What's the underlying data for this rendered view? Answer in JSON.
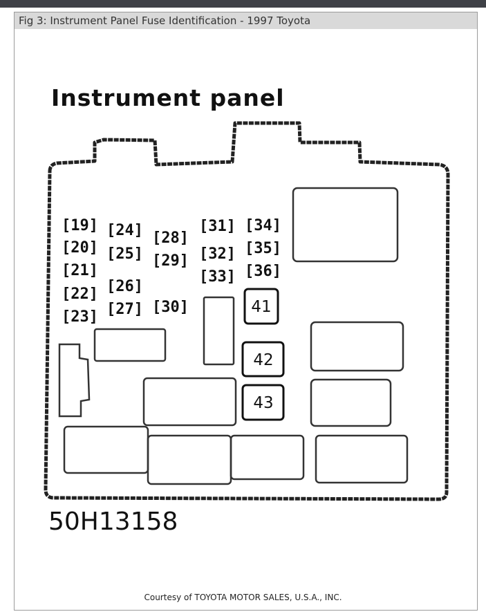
{
  "figure_title": "Fig 3: Instrument Panel Fuse Identification - 1997 Toyota",
  "panel_title": "Instrument panel",
  "fuses": {
    "f19": "[19]",
    "f20": "[20]",
    "f21": "[21]",
    "f22": "[22]",
    "f23": "[23]",
    "f24": "[24]",
    "f25": "[25]",
    "f26": "[26]",
    "f27": "[27]",
    "f28": "[28]",
    "f29": "[29]",
    "f30": "[30]",
    "f31": "[31]",
    "f32": "[32]",
    "f33": "[33]",
    "f34": "[34]",
    "f35": "[35]",
    "f36": "[36]"
  },
  "large_fuses": {
    "f41": "41",
    "f42": "42",
    "f43": "43"
  },
  "diagram_code": "50H13158",
  "courtesy": "Courtesy of TOYOTA MOTOR SALES, U.S.A., INC."
}
